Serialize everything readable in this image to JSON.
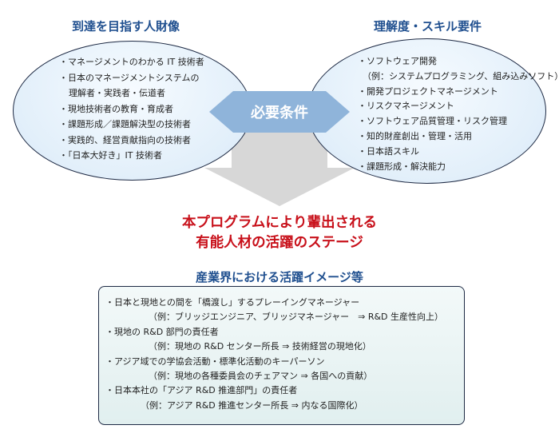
{
  "left": {
    "title": "到達を目指す人財像",
    "items": [
      "・マネージメントのわかる IT 技術者",
      "・日本のマネージメントシステムの",
      "理解者・実践者・伝道者",
      "・現地技術者の教育・育成者",
      "・課題形成／課題解決型の技術者",
      "・実践的、経営貢献指向の技術者",
      "・「日本大好き」IT 技術者"
    ]
  },
  "right": {
    "title": "理解度・スキル要件",
    "items": [
      "・ソフトウェア開発",
      "（例：システムプログラミング、組み込みソフト）",
      "・開発プロジェクトマネージメント",
      "・リスクマネージメント",
      "・ソフトウェア品質管理・リスク管理",
      "・知的財産創出・管理・活用",
      "・日本語スキル",
      "・課題形成・解決能力"
    ]
  },
  "center": {
    "label": "必要条件"
  },
  "result": {
    "line1": "本プログラムにより輩出される",
    "line2": "有能人材の活躍のステージ"
  },
  "bottom": {
    "title": "産業界における活躍イメージ等",
    "items": [
      "・日本と現地との間を「橋渡し」するプレーイングマネージャー",
      "（例：ブリッジエンジニア、ブリッジマネージャー　⇒ R&D 生産性向上）",
      "・現地の R&D 部門の責任者",
      "（例：現地の R&D センター所長 ⇒ 技術経営の現地化）",
      "・アジア域での学協会活動・標準化活動のキーパーソン",
      "（例：現地の各種委員会のチェアマン ⇒ 各国への貢献）",
      "・日本本社の「アジア R&D 推進部門」の責任者",
      "（例：アジア R&D 推進センター所長 ⇒ 内なる国際化）"
    ]
  },
  "colors": {
    "heading": "#1f4f8f",
    "emphasis_red": "#c8101a",
    "arrow_blue": "#8fb4da",
    "down_arrow_gray": "#d7d7d7"
  }
}
